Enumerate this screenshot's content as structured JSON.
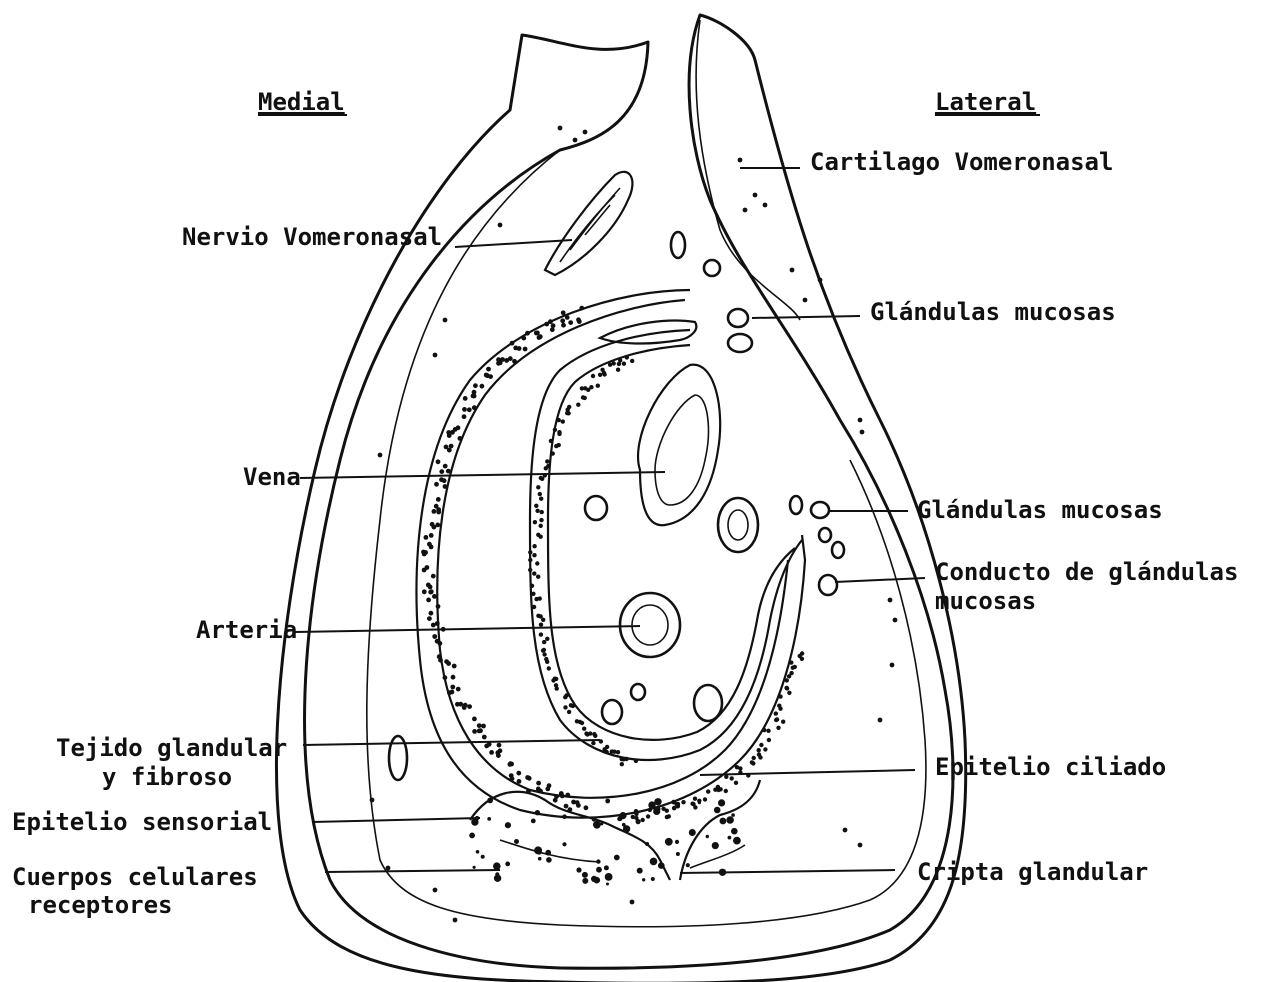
{
  "headers": {
    "medial": "Medial",
    "lateral": "Lateral"
  },
  "labels": {
    "cartilago_vomeronasal": "Cartilago Vomeronasal",
    "nervio_vomeronasal": "Nervio Vomeronasal",
    "glandulas_mucosas_1": "Glándulas mucosas",
    "vena": "Vena",
    "glandulas_mucosas_2": "Glándulas mucosas",
    "conducto_line1": "Conducto de glándulas",
    "conducto_line2": "mucosas",
    "arteria": "Arteria",
    "tejido_line1": "Tejido glandular",
    "tejido_line2": "y fibroso",
    "epitelio_ciliado": "Epitelio ciliado",
    "epitelio_sensorial": "Epitelio sensorial",
    "cripta_glandular": "Cripta glandular",
    "cuerpos_line1": "Cuerpos celulares",
    "cuerpos_line2": "receptores"
  }
}
